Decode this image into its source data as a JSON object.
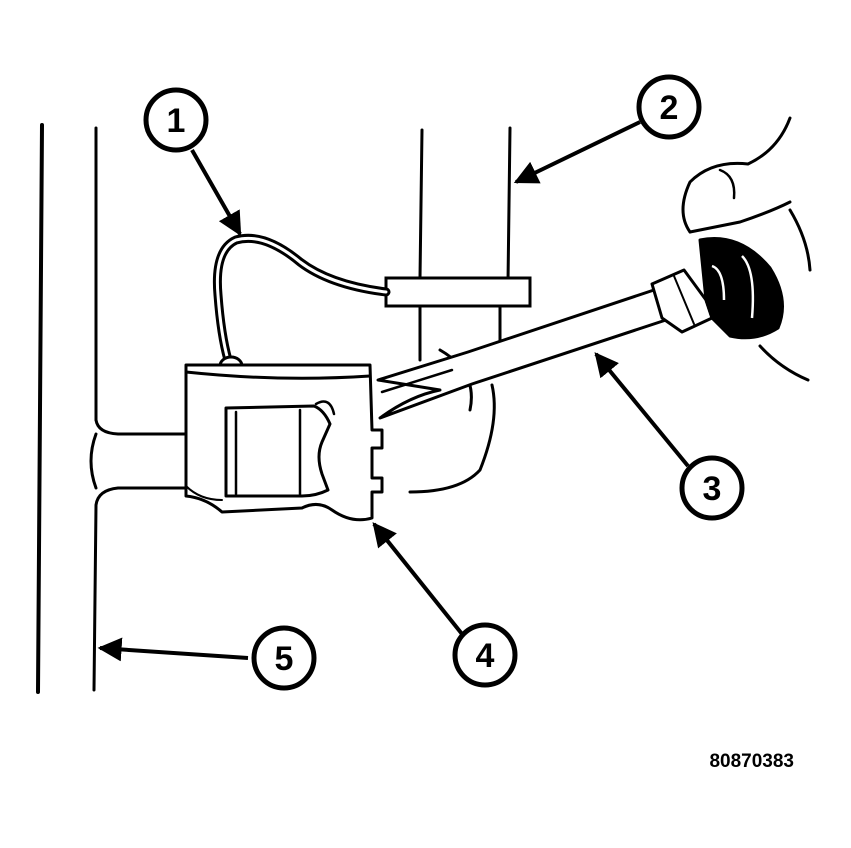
{
  "diagram": {
    "callouts": [
      {
        "id": "1",
        "label": "1"
      },
      {
        "id": "2",
        "label": "2"
      },
      {
        "id": "3",
        "label": "3"
      },
      {
        "id": "4",
        "label": "4"
      },
      {
        "id": "5",
        "label": "5"
      }
    ],
    "figure_id": "80870383",
    "colors": {
      "ink": "#000000",
      "paper": "#ffffff"
    }
  }
}
